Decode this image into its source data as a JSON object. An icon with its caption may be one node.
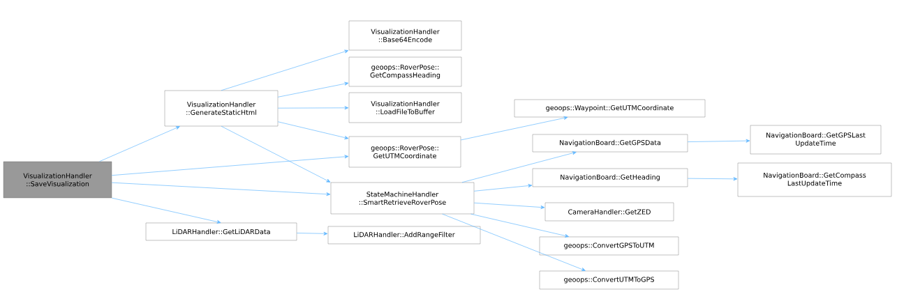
{
  "diagram": {
    "nodes": [
      {
        "text": [
          "VisualizationHandler ::SaveVisualization"
        ]
      },
      {
        "text": [
          "VisualizationHandler ::GenerateStaticHtml"
        ]
      },
      {
        "text": [
          "LiDARHandler::GetLiDARData"
        ]
      },
      {
        "text": [
          "VisualizationHandler ::Base64Encode"
        ]
      },
      {
        "text": [
          "geoops::RoverPose:: GetCompassHeading"
        ]
      },
      {
        "text": [
          "VisualizationHandler ::LoadFileToBuffer"
        ]
      },
      {
        "text": [
          "geoops::RoverPose:: GetUTMCoordinate"
        ]
      },
      {
        "text": [
          "StateMachineHandler ::SmartRetrieveRoverPose"
        ]
      },
      {
        "text": [
          "LiDARHandler::AddRangeFilter"
        ]
      },
      {
        "text": [
          "geoops::Waypoint::GetUTMCoordinate"
        ]
      },
      {
        "text": [
          "NavigationBoard::GetGPSData"
        ]
      },
      {
        "text": [
          "NavigationBoard::GetHeading"
        ]
      },
      {
        "text": [
          "CameraHandler::GetZED"
        ]
      },
      {
        "text": [
          "geoops::ConvertGPSToUTM"
        ]
      },
      {
        "text": [
          "geoops::ConvertUTMToGPS"
        ]
      },
      {
        "text": [
          "NavigationBoard::GetGPSLast UpdateTime"
        ]
      },
      {
        "text": [
          "NavigationBoard::GetCompass LastUpdateTime"
        ]
      }
    ],
    "edges": [
      {
        "from": 0,
        "to": 1,
        "arrow": "to"
      },
      {
        "from": 0,
        "to": 6,
        "arrow": "to"
      },
      {
        "from": 0,
        "to": 7,
        "arrow": "to"
      },
      {
        "from": 0,
        "to": 2,
        "arrow": "to"
      },
      {
        "from": 1,
        "to": 3,
        "arrow": "to"
      },
      {
        "from": 1,
        "to": 4,
        "arrow": "to"
      },
      {
        "from": 1,
        "to": 5,
        "arrow": "to"
      },
      {
        "from": 1,
        "to": 6,
        "arrow": "to"
      },
      {
        "from": 1,
        "to": 7,
        "arrow": "to"
      },
      {
        "from": 2,
        "to": 8,
        "arrow": "to"
      },
      {
        "from": 6,
        "to": 9,
        "arrow": "to"
      },
      {
        "from": 7,
        "to": 10,
        "arrow": "to"
      },
      {
        "from": 7,
        "to": 11,
        "arrow": "to"
      },
      {
        "from": 7,
        "to": 12,
        "arrow": "to"
      },
      {
        "from": 7,
        "to": 13,
        "arrow": "to"
      },
      {
        "from": 7,
        "to": 14,
        "arrow": "to"
      },
      {
        "from": 10,
        "to": 15,
        "arrow": "to"
      },
      {
        "from": 11,
        "to": 16,
        "arrow": "to"
      }
    ]
  }
}
